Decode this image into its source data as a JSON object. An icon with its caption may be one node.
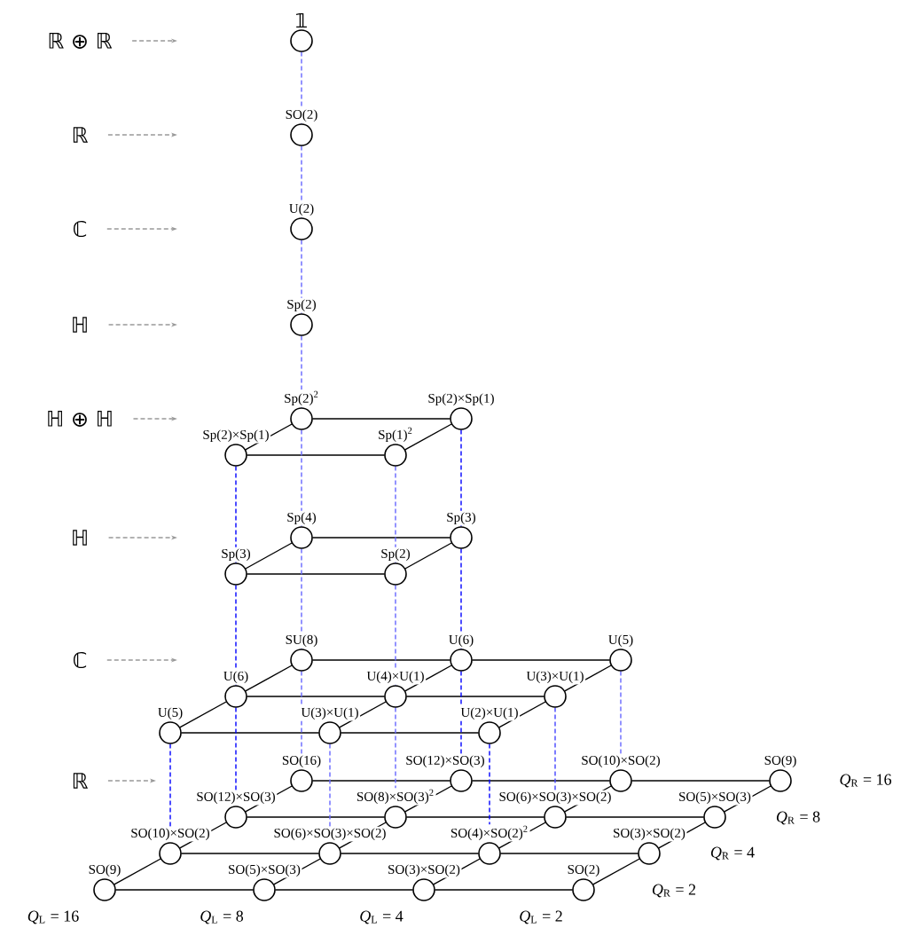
{
  "diagram": {
    "nodes": [
      {
        "text": [
          "ℝ ⊕ ℝ"
        ]
      },
      {
        "text": [
          "𝟙"
        ]
      },
      {
        "text": [
          "ℝ"
        ]
      },
      {
        "text": [
          "SO(2)"
        ]
      },
      {
        "text": [
          "ℂ"
        ]
      },
      {
        "text": [
          "U(2)"
        ]
      },
      {
        "text": [
          "ℍ"
        ]
      },
      {
        "text": [
          "Sp(2)"
        ]
      },
      {
        "text": [
          "ℍ ⊕ ℍ"
        ]
      },
      {
        "text": [
          "Sp(2)$^{2}$"
        ]
      },
      {
        "text": [
          "Sp(2)×Sp(1)"
        ]
      },
      {
        "text": [
          "Sp(2)×Sp(1)"
        ]
      },
      {
        "text": [
          "Sp(1)$^{2}$"
        ]
      },
      {
        "text": [
          "ℍ"
        ]
      },
      {
        "text": [
          "Sp(4)"
        ]
      },
      {
        "text": [
          "Sp(3)"
        ]
      },
      {
        "text": [
          "Sp(3)"
        ]
      },
      {
        "text": [
          "Sp(2)"
        ]
      },
      {
        "text": [
          "ℂ"
        ]
      },
      {
        "text": [
          "SU(8)"
        ]
      },
      {
        "text": [
          "U(6)"
        ]
      },
      {
        "text": [
          "U(5)"
        ]
      },
      {
        "text": [
          "U(6)"
        ]
      },
      {
        "text": [
          "U(4)×U(1)"
        ]
      },
      {
        "text": [
          "U(3)×U(1)"
        ]
      },
      {
        "text": [
          "U(5)"
        ]
      },
      {
        "text": [
          "U(3)×U(1)"
        ]
      },
      {
        "text": [
          "U(2)×U(1)"
        ]
      },
      {
        "text": [
          "ℝ"
        ]
      },
      {
        "text": [
          "SO(16)"
        ]
      },
      {
        "text": [
          "SO(12)×SO(3)"
        ]
      },
      {
        "text": [
          "SO(10)×SO(2)"
        ]
      },
      {
        "text": [
          "SO(9)"
        ]
      },
      {
        "text": [
          "SO(12)×SO(3)"
        ]
      },
      {
        "text": [
          "SO(8)×SO(3)$^{2}$"
        ]
      },
      {
        "text": [
          "SO(6)×SO(3)×SO(2)"
        ]
      },
      {
        "text": [
          "SO(5)×SO(3)"
        ]
      },
      {
        "text": [
          "SO(10)×SO(2)"
        ]
      },
      {
        "text": [
          "SO(6)×SO(3)×SO(2)"
        ]
      },
      {
        "text": [
          "SO(4)×SO(2)$^{2}$"
        ]
      },
      {
        "text": [
          "SO(3)×SO(2)"
        ]
      },
      {
        "text": [
          "SO(9)"
        ]
      },
      {
        "text": [
          "SO(5)×SO(3)"
        ]
      },
      {
        "text": [
          "SO(3)×SO(2)"
        ]
      },
      {
        "text": [
          "SO(2)"
        ]
      }
    ],
    "edges": [
      {
        "from": 0,
        "to": null,
        "arrow": "to",
        "style": "dashed",
        "color": "#999999"
      },
      {
        "from": 2,
        "to": null,
        "arrow": "to",
        "style": "dashed",
        "color": "#999999"
      },
      {
        "from": 4,
        "to": null,
        "arrow": "to",
        "style": "dashed",
        "color": "#999999"
      },
      {
        "from": 6,
        "to": null,
        "arrow": "to",
        "style": "dashed",
        "color": "#999999"
      },
      {
        "from": 8,
        "to": null,
        "arrow": "to",
        "style": "dashed",
        "color": "#999999"
      },
      {
        "from": 13,
        "to": null,
        "arrow": "to",
        "style": "dashed",
        "color": "#999999"
      },
      {
        "from": 18,
        "to": null,
        "arrow": "to",
        "style": "dashed",
        "color": "#999999"
      },
      {
        "from": 28,
        "to": null,
        "arrow": "to",
        "style": "dashed",
        "color": "#999999"
      },
      {
        "from": 9,
        "to": 10,
        "arrow": "none"
      },
      {
        "from": 11,
        "to": 12,
        "arrow": "none"
      },
      {
        "from": 9,
        "to": 11,
        "arrow": "none"
      },
      {
        "from": 10,
        "to": 12,
        "arrow": "none"
      },
      {
        "from": 14,
        "to": 15,
        "arrow": "none"
      },
      {
        "from": 16,
        "to": 17,
        "arrow": "none"
      },
      {
        "from": 14,
        "to": 16,
        "arrow": "none"
      },
      {
        "from": 15,
        "to": 17,
        "arrow": "none"
      },
      {
        "from": 19,
        "to": 20,
        "arrow": "none"
      },
      {
        "from": 20,
        "to": 21,
        "arrow": "none"
      },
      {
        "from": 22,
        "to": 23,
        "arrow": "none"
      },
      {
        "from": 23,
        "to": 24,
        "arrow": "none"
      },
      {
        "from": 25,
        "to": 26,
        "arrow": "none"
      },
      {
        "from": 26,
        "to": 27,
        "arrow": "none"
      },
      {
        "from": 19,
        "to": 22,
        "arrow": "none"
      },
      {
        "from": 22,
        "to": 25,
        "arrow": "none"
      },
      {
        "from": 20,
        "to": 23,
        "arrow": "none"
      },
      {
        "from": 23,
        "to": 26,
        "arrow": "none"
      },
      {
        "from": 21,
        "to": 24,
        "arrow": "none"
      },
      {
        "from": 24,
        "to": 27,
        "arrow": "none"
      },
      {
        "from": 29,
        "to": 30,
        "arrow": "none"
      },
      {
        "from": 30,
        "to": 31,
        "arrow": "none"
      },
      {
        "from": 31,
        "to": 32,
        "arrow": "none"
      },
      {
        "from": 33,
        "to": 34,
        "arrow": "none"
      },
      {
        "from": 34,
        "to": 35,
        "arrow": "none"
      },
      {
        "from": 35,
        "to": 36,
        "arrow": "none"
      },
      {
        "from": 37,
        "to": 38,
        "arrow": "none"
      },
      {
        "from": 38,
        "to": 39,
        "arrow": "none"
      },
      {
        "from": 39,
        "to": 40,
        "arrow": "none"
      },
      {
        "from": 41,
        "to": 42,
        "arrow": "none"
      },
      {
        "from": 42,
        "to": 43,
        "arrow": "none"
      },
      {
        "from": 43,
        "to": 44,
        "arrow": "none"
      },
      {
        "from": 29,
        "to": 33,
        "arrow": "none"
      },
      {
        "from": 33,
        "to": 37,
        "arrow": "none"
      },
      {
        "from": 37,
        "to": 41,
        "arrow": "none"
      },
      {
        "from": 30,
        "to": 34,
        "arrow": "none"
      },
      {
        "from": 34,
        "to": 38,
        "arrow": "none"
      },
      {
        "from": 38,
        "to": 42,
        "arrow": "none"
      },
      {
        "from": 31,
        "to": 35,
        "arrow": "none"
      },
      {
        "from": 35,
        "to": 39,
        "arrow": "none"
      },
      {
        "from": 39,
        "to": 43,
        "arrow": "none"
      },
      {
        "from": 32,
        "to": 36,
        "arrow": "none"
      },
      {
        "from": 36,
        "to": 40,
        "arrow": "none"
      },
      {
        "from": 40,
        "to": 44,
        "arrow": "none"
      },
      {
        "from": 1,
        "to": 3,
        "arrow": "none",
        "style": "dashed",
        "color": "#6666ff"
      },
      {
        "from": 3,
        "to": 5,
        "arrow": "none",
        "style": "dashed",
        "color": "#6666ff"
      },
      {
        "from": 5,
        "to": 7,
        "arrow": "none",
        "style": "dashed",
        "color": "#6666ff"
      },
      {
        "from": 7,
        "to": 9,
        "arrow": "none",
        "style": "dashed",
        "color": "#6666ff"
      },
      {
        "from": 9,
        "to": 14,
        "arrow": "none",
        "style": "dashed",
        "color": "#6666ff"
      },
      {
        "from": 10,
        "to": 15,
        "arrow": "none",
        "style": "dashed",
        "color": "#0000ff"
      },
      {
        "from": 11,
        "to": 16,
        "arrow": "none",
        "style": "dashed",
        "color": "#0000ff"
      },
      {
        "from": 12,
        "to": 17,
        "arrow": "none",
        "style": "dashed",
        "color": "#6666ff"
      },
      {
        "from": 14,
        "to": 19,
        "arrow": "none",
        "style": "dashed",
        "color": "#6666ff"
      },
      {
        "from": 15,
        "to": 20,
        "arrow": "none",
        "style": "dashed",
        "color": "#0000ff"
      },
      {
        "from": 16,
        "to": 22,
        "arrow": "none",
        "style": "dashed",
        "color": "#0000ff"
      },
      {
        "from": 17,
        "to": 23,
        "arrow": "none",
        "style": "dashed",
        "color": "#6666ff"
      },
      {
        "from": 19,
        "to": 29,
        "arrow": "none",
        "style": "dashed",
        "color": "#6666ff"
      },
      {
        "from": 20,
        "to": 30,
        "arrow": "none",
        "style": "dashed",
        "color": "#0000ff"
      },
      {
        "from": 21,
        "to": 31,
        "arrow": "none",
        "style": "dashed",
        "color": "#6666ff"
      },
      {
        "from": 22,
        "to": 33,
        "arrow": "none",
        "style": "dashed",
        "color": "#0000ff"
      },
      {
        "from": 23,
        "to": 34,
        "arrow": "none",
        "style": "dashed",
        "color": "#6666ff"
      },
      {
        "from": 24,
        "to": 35,
        "arrow": "none",
        "style": "dashed",
        "color": "#4444ff"
      },
      {
        "from": 25,
        "to": 37,
        "arrow": "none",
        "style": "dashed",
        "color": "#0000ff"
      },
      {
        "from": 26,
        "to": 38,
        "arrow": "none",
        "style": "dashed",
        "color": "#6666ff"
      },
      {
        "from": 27,
        "to": 39,
        "arrow": "none",
        "style": "dashed",
        "color": "#0000ff"
      }
    ],
    "labels": [
      "*Q*$_{L}$ = 16",
      "*Q*$_{L}$ = 8",
      "*Q*$_{L}$ = 4",
      "*Q*$_{L}$ = 2",
      "*Q*$_{R}$ = 16",
      "*Q*$_{R}$ = 8",
      "*Q*$_{R}$ = 4",
      "*Q*$_{R}$ = 2"
    ]
  }
}
